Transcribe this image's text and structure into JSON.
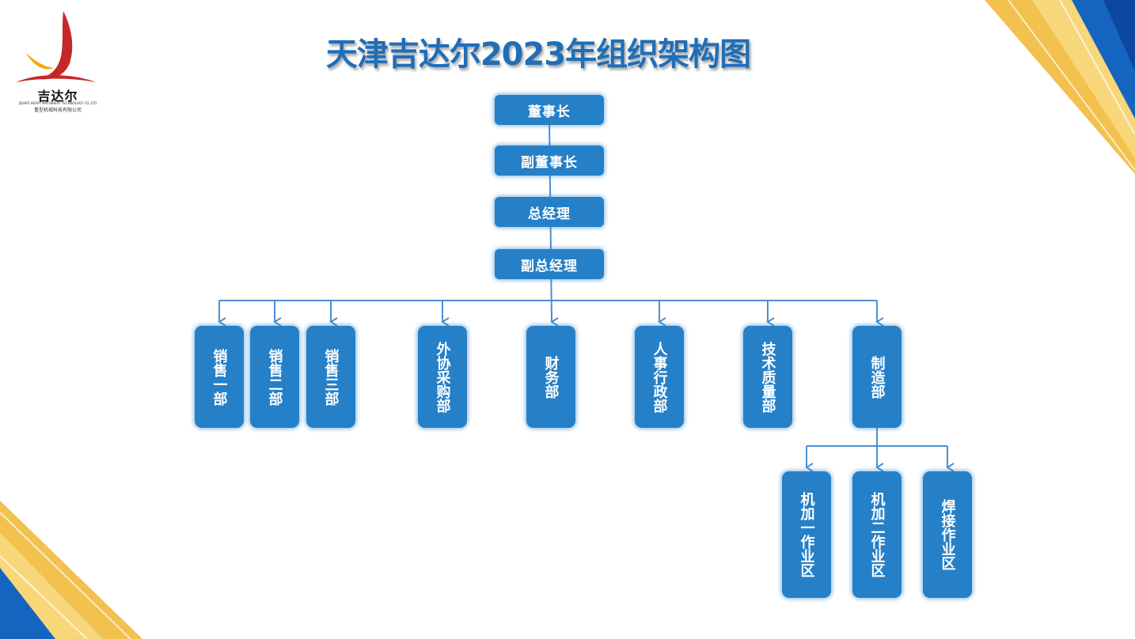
{
  "title": "天津吉达尔2023年组织架构图",
  "logo": {
    "name": "吉达尔",
    "english": "JIDAER HEAVY MACHINERY TECHNOLOGY CO.,LTD",
    "chinese": "重型机械科技有限公司"
  },
  "colors": {
    "box": "#2580c8",
    "line": "#4a8fd0",
    "title": "#1f6eb8",
    "gold": "#f2c14e",
    "blue_corner": "#1565c0"
  },
  "leadership": [
    "董事长",
    "副董事长",
    "总经理",
    "副总经理"
  ],
  "departments": [
    "销售一部",
    "销售二部",
    "销售三部",
    "外协采购部",
    "财务部",
    "人事行政部",
    "技术质量部",
    "制造部"
  ],
  "manufacturing_units": [
    "机加一作业区",
    "机加二作业区",
    "焊接作业区"
  ]
}
